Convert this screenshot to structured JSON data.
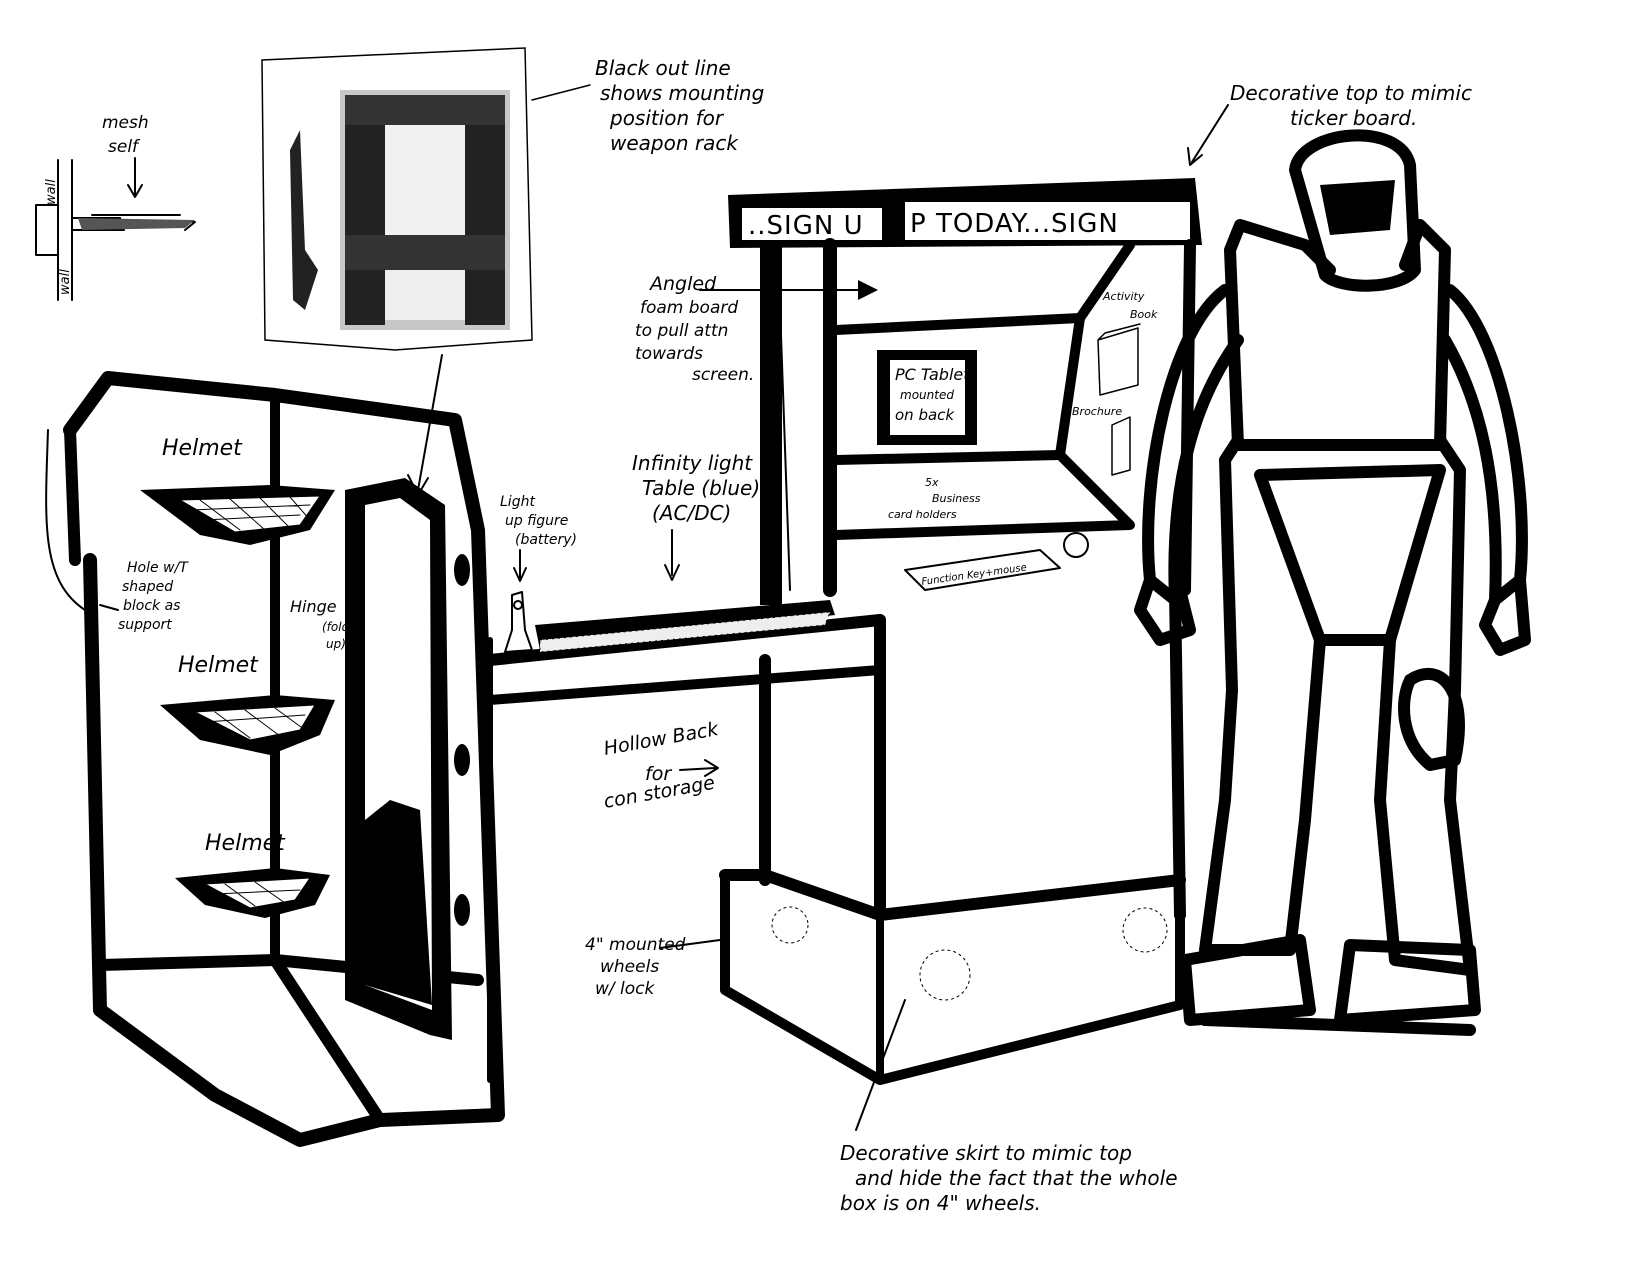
{
  "title": "Recruiting booth concept sketch",
  "ink_color": "#000000",
  "paper_color": "#ffffff",
  "sign": {
    "left_panel": "..SIGN U",
    "right_panel": "P TODAY...SIGN"
  },
  "labels": {
    "mesh_shelf": [
      "mesh",
      "self"
    ],
    "wall_top": "wall",
    "wall_bottom": "wall",
    "blackout": [
      "Black out line",
      "shows mounting",
      "position for",
      "weapon rack"
    ],
    "decorative_top": [
      "Decorative top to mimic",
      "ticker board."
    ],
    "angled_foam": [
      "Angled",
      "foam board",
      "to pull attn",
      "towards",
      "screen."
    ],
    "activity_book": [
      "Activity",
      "Book"
    ],
    "brochure": "Brochure",
    "pc_tablet": [
      "PC Tablet",
      "mounted",
      "on back"
    ],
    "business_cards": [
      "5x",
      "Business",
      "card holders"
    ],
    "function_keys": "Function Key+mouse",
    "helmet_1": "Helmet",
    "helmet_2": "Helmet",
    "helmet_3": "Helmet",
    "hole": [
      "Hole w/T",
      "shaped",
      "block as",
      "support"
    ],
    "hinge": [
      "Hinge",
      "(folds",
      "up)"
    ],
    "light_figure": [
      "Light",
      "up figure",
      "(battery)"
    ],
    "infinity_table": [
      "Infinity light",
      "Table (blue)",
      "(AC/DC)"
    ],
    "hollow_back": [
      "Hollow Back",
      "for",
      "con storage"
    ],
    "wheels": [
      "4\" mounted",
      "wheels",
      "w/ lock"
    ],
    "skirt": [
      "Decorative skirt to mimic top",
      "and hide the fact that the whole",
      "box is on 4\" wheels."
    ]
  }
}
